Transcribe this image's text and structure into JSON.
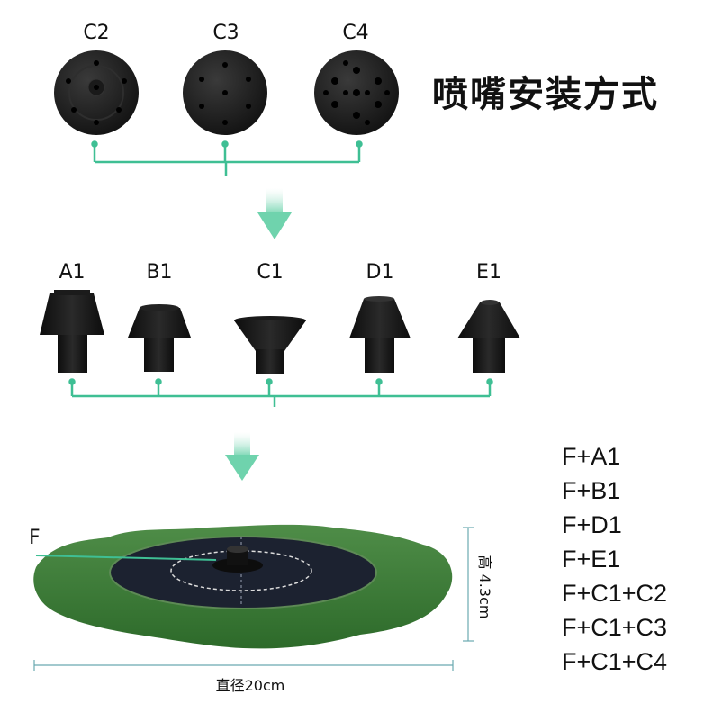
{
  "title": "喷嘴安装方式",
  "top_nozzles": [
    {
      "label": "C2"
    },
    {
      "label": "C3"
    },
    {
      "label": "C4"
    }
  ],
  "mid_nozzles": [
    {
      "label": "A1"
    },
    {
      "label": "B1"
    },
    {
      "label": "C1"
    },
    {
      "label": "D1"
    },
    {
      "label": "E1"
    }
  ],
  "fountain": {
    "part_label": "F",
    "height_label": "高 4.3cm",
    "diameter_label": "直径20cm"
  },
  "combinations": [
    "F+A1",
    "F+B1",
    "F+D1",
    "F+E1",
    "F+C1+C2",
    "F+C1+C3",
    "F+C1+C4"
  ],
  "colors": {
    "connector": "#3fbf94",
    "arrow": "#7fd8b4",
    "leaf": "#3e7a3a",
    "panel": "#1c2230"
  }
}
